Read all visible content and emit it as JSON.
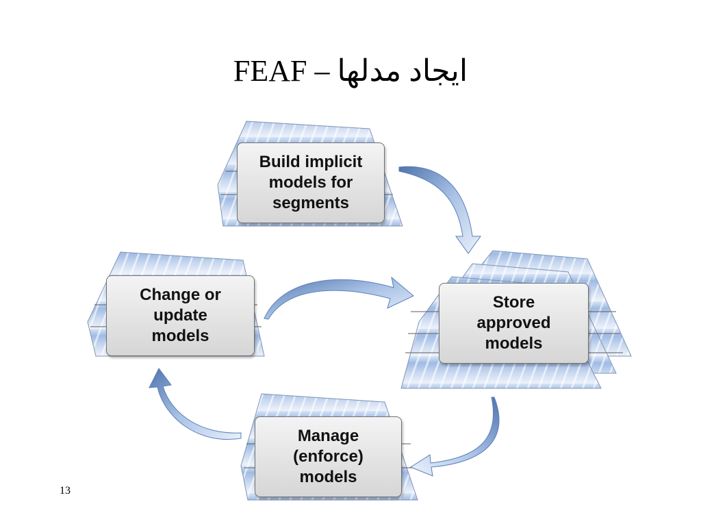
{
  "slide": {
    "title": "FEAF – ایجاد مدلها",
    "page_number": "13"
  },
  "nodes": {
    "build": "Build implicit\nmodels for\nsegments",
    "store": "Store\napproved\nmodels",
    "manage": "Manage\n(enforce)\nmodels",
    "change": "Change or\nupdate\nmodels"
  },
  "colors": {
    "sheet_blue": "#8fb0dd",
    "arrow_blue": "#6f95c9",
    "box_fill": "#e6e6e6",
    "box_border": "#6f6f6f"
  }
}
